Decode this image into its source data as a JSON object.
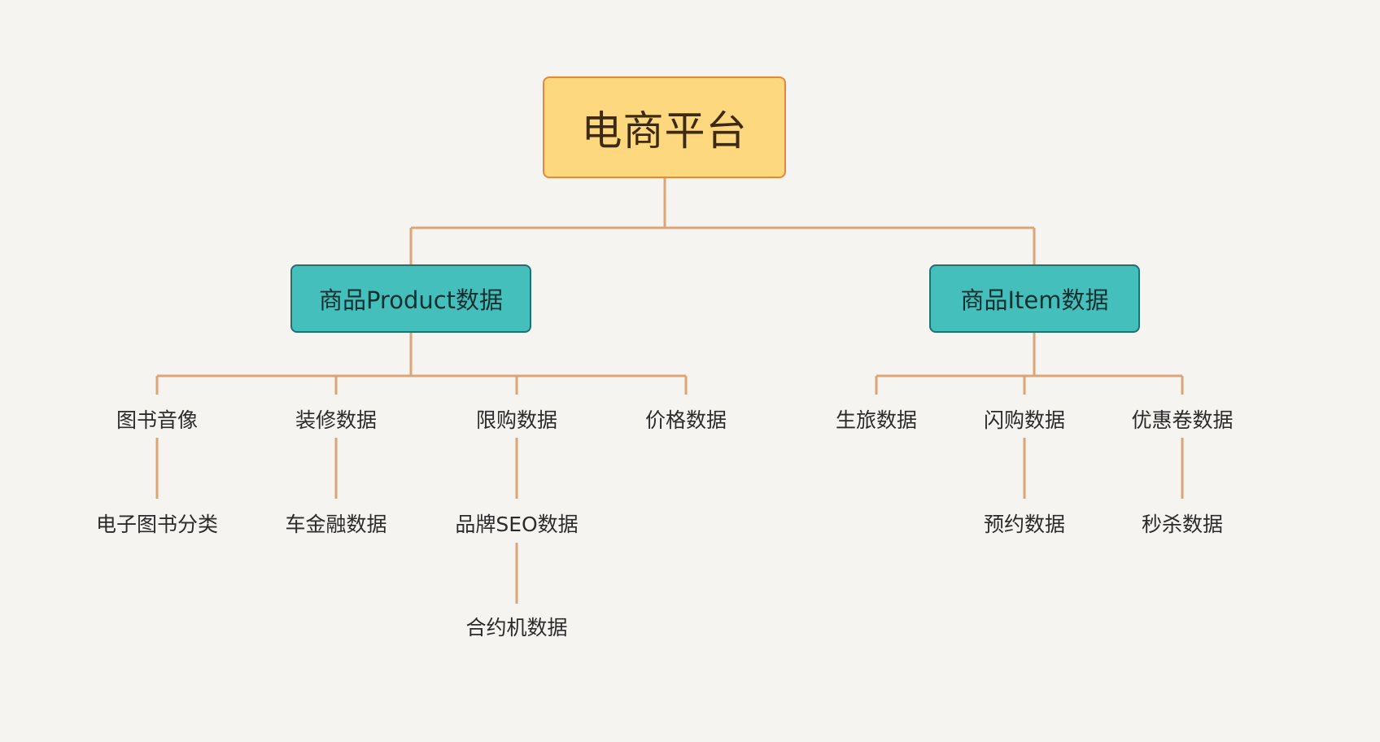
{
  "colors": {
    "background": "#f5f4f0",
    "root_fill": "#fed87e",
    "root_border": "#e6873a",
    "branch_fill": "#45bfbb",
    "branch_border": "#24706e",
    "connector": "#dca578"
  },
  "tree": {
    "root": "电商平台",
    "branches": [
      {
        "label": "商品Product数据",
        "children": [
          "图书音像",
          "装修数据",
          "限购数据",
          "价格数据"
        ],
        "sub": [
          "电子图书分类",
          "车金融数据",
          "品牌SEO数据",
          "合约机数据"
        ]
      },
      {
        "label": "商品Item数据",
        "children": [
          "生旅数据",
          "闪购数据",
          "优惠卷数据"
        ],
        "sub": [
          "预约数据",
          "秒杀数据"
        ]
      }
    ]
  }
}
